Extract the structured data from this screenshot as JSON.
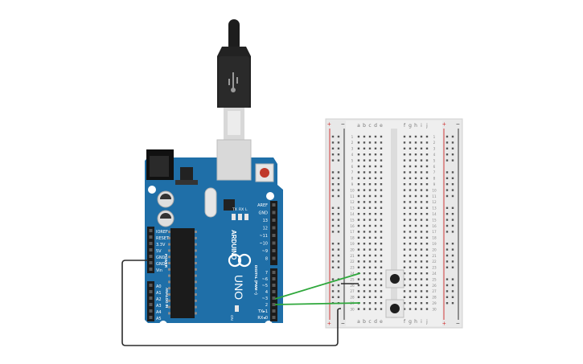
{
  "arduino": {
    "logo_text": "ARDUINO",
    "model": "UNO",
    "power_header_label": "POWER",
    "power_pins": [
      "IOREF",
      "RESET",
      "3.3V",
      "5V",
      "GND",
      "GND",
      "Vin"
    ],
    "analog_header_label": "ANALOG IN",
    "analog_pins": [
      "A0",
      "A1",
      "A2",
      "A3",
      "A4",
      "A5"
    ],
    "digital_header_label": "DIGITAL (PWM ~)",
    "digital_pins_top": [
      "AREF",
      "GND",
      "13",
      "12",
      "~11",
      "~10",
      "~9",
      "8"
    ],
    "digital_pins_bottom": [
      "7",
      "~6",
      "~5",
      "4",
      "~3",
      "2",
      "TX▸1",
      "RX◂0"
    ],
    "led_labels": [
      "TX",
      "RX",
      "L"
    ],
    "on_label": "ON"
  },
  "breadboard": {
    "columns_left": [
      "a",
      "b",
      "c",
      "d",
      "e"
    ],
    "columns_right": [
      "f",
      "g",
      "h",
      "i",
      "j"
    ],
    "row_count": 30,
    "rail_plus": "+",
    "rail_minus": "−"
  },
  "colors": {
    "board_blue": "#1f6fa8",
    "wire_green": "#2fa83c",
    "wire_black": "#2b2b2b",
    "rail_red": "#d23a3a",
    "rail_black": "#333333"
  }
}
